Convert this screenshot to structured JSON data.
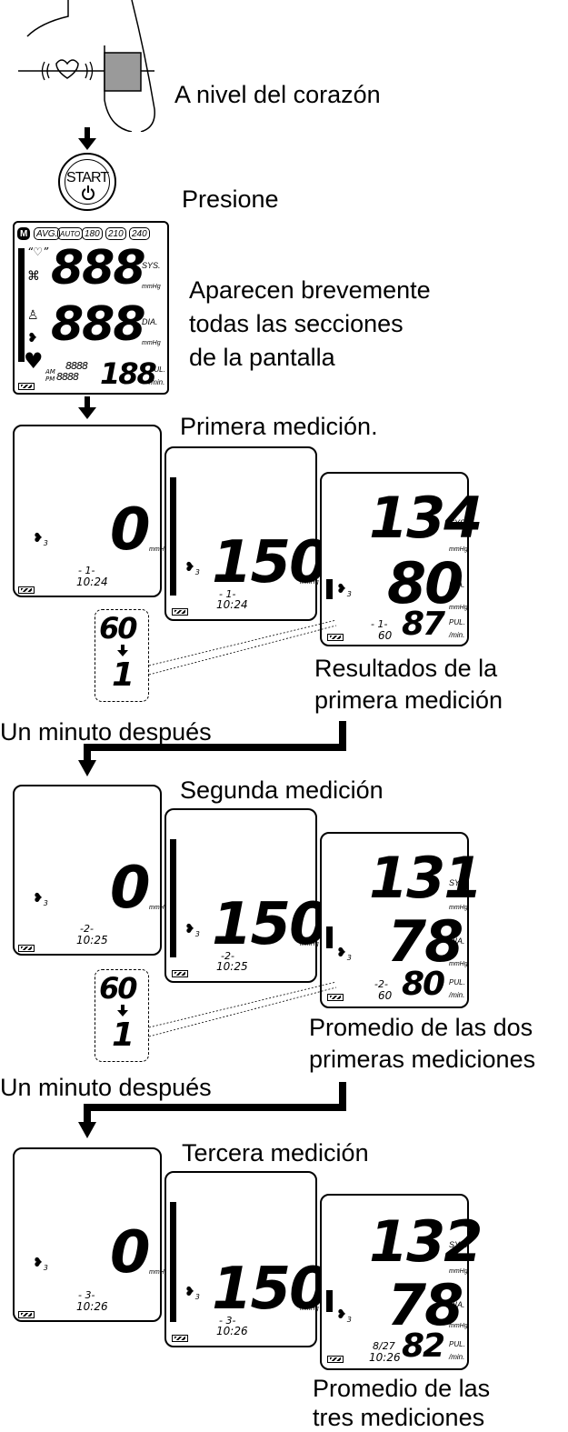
{
  "step1": {
    "caption": "A nivel del corazón"
  },
  "step2": {
    "caption": "Presione",
    "button_label": "START"
  },
  "step3": {
    "caption_lines": [
      "Aparecen brevemente",
      "todas las secciones",
      "de la pantalla"
    ],
    "icons": [
      "M",
      "AVG.",
      "AUTO",
      "180",
      "210",
      "240"
    ],
    "sys_digits": "888",
    "dia_digits": "888",
    "pulse_digits": "188",
    "small_digits_top": "8888",
    "small_digits_bottom": "8888",
    "ampm": [
      "AM",
      "PM"
    ],
    "unit_sys": "SYS.",
    "unit_dia": "DIA.",
    "unit_mmhg": "mmHg",
    "unit_pul": "PUL.",
    "unit_min": "/min."
  },
  "measurements": [
    {
      "title": "Primera medición.",
      "inflate": {
        "value": "0",
        "index": "- 1-",
        "time": "10:24"
      },
      "pressure": {
        "value": "150",
        "index": "- 1-",
        "time": "10:24"
      },
      "result": {
        "sys": "134",
        "dia": "80",
        "pulse": "87",
        "index": "- 1-",
        "time": "60"
      },
      "countdown": [
        "60",
        "1"
      ],
      "result_caption": [
        "Resultados de la",
        "primera medición"
      ],
      "wait_caption": "Un minuto después"
    },
    {
      "title": "Segunda medición",
      "inflate": {
        "value": "0",
        "index": "-2-",
        "time": "10:25"
      },
      "pressure": {
        "value": "150",
        "index": "-2-",
        "time": "10:25"
      },
      "result": {
        "sys": "131",
        "dia": "78",
        "pulse": "80",
        "index": "-2-",
        "time": "60"
      },
      "countdown": [
        "60",
        "1"
      ],
      "result_caption": [
        "Promedio de las dos",
        "primeras mediciones"
      ],
      "wait_caption": "Un minuto después"
    },
    {
      "title": "Tercera medición",
      "inflate": {
        "value": "0",
        "index": "- 3-",
        "time": "10:26"
      },
      "pressure": {
        "value": "150",
        "index": "- 3-",
        "time": "10:26"
      },
      "result": {
        "sys": "132",
        "dia": "78",
        "pulse": "82",
        "index": "8/27",
        "time": "10:26"
      },
      "result_caption": [
        "Promedio de las",
        "tres mediciones"
      ]
    }
  ]
}
